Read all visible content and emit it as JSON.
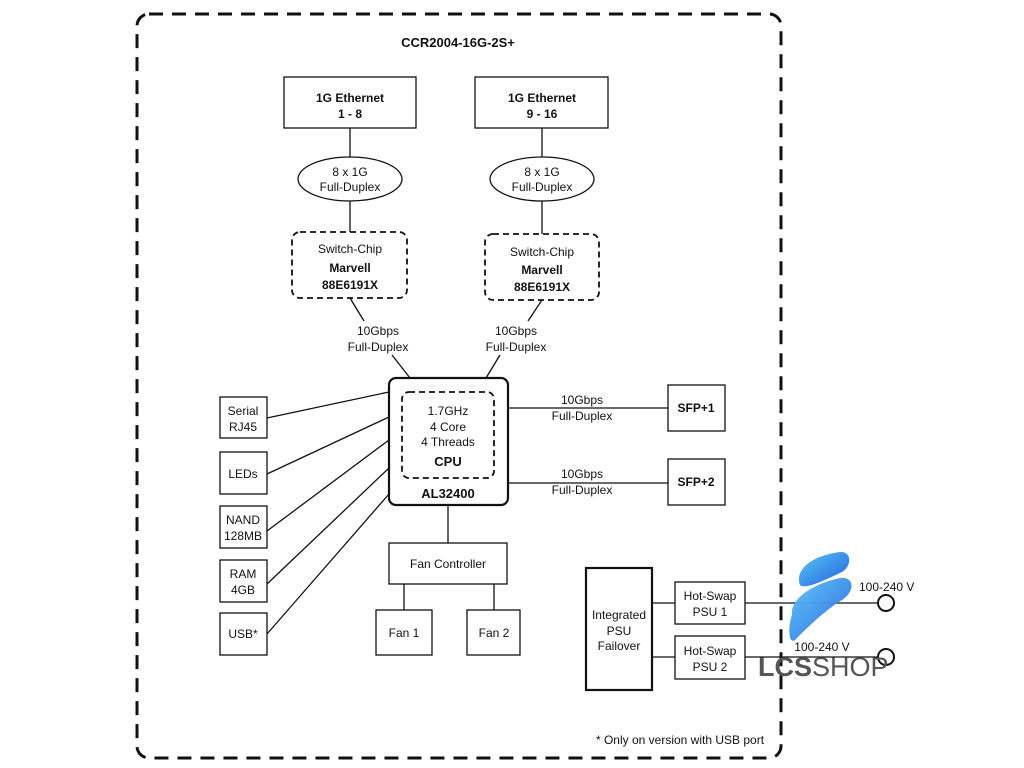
{
  "title": "CCR2004-16G-2S+",
  "ethernet": [
    {
      "line1": "1G Ethernet",
      "line2": "1 - 8",
      "link1": "8 x 1G",
      "link2": "Full-Duplex"
    },
    {
      "line1": "1G Ethernet",
      "line2": "9 - 16",
      "link1": "8 x 1G",
      "link2": "Full-Duplex"
    }
  ],
  "switch_chips": [
    {
      "line1": "Switch-Chip",
      "line2": "Marvell",
      "line3": "88E6191X",
      "uplink1": "10Gbps",
      "uplink2": "Full-Duplex"
    },
    {
      "line1": "Switch-Chip",
      "line2": "Marvell",
      "line3": "88E6191X",
      "uplink1": "10Gbps",
      "uplink2": "Full-Duplex"
    }
  ],
  "cpu": {
    "freq": "1.7GHz",
    "cores": "4 Core",
    "threads": "4 Threads",
    "label": "CPU",
    "model": "AL32400"
  },
  "sfp": [
    {
      "label": "SFP+1",
      "link1": "10Gbps",
      "link2": "Full-Duplex"
    },
    {
      "label": "SFP+2",
      "link1": "10Gbps",
      "link2": "Full-Duplex"
    }
  ],
  "peripherals": [
    {
      "line1": "Serial",
      "line2": "RJ45"
    },
    {
      "line1": "LEDs",
      "line2": ""
    },
    {
      "line1": "NAND",
      "line2": "128MB"
    },
    {
      "line1": "RAM",
      "line2": "4GB"
    },
    {
      "line1": "USB*",
      "line2": ""
    }
  ],
  "fan": {
    "controller": "Fan Controller",
    "fan1": "Fan 1",
    "fan2": "Fan 2"
  },
  "psu": {
    "failover1": "Integrated",
    "failover2": "PSU",
    "failover3": "Failover",
    "psu1a": "Hot-Swap",
    "psu1b": "PSU 1",
    "psu2a": "Hot-Swap",
    "psu2b": "PSU 2",
    "input1": "100-240 V",
    "input2": "100-240 V"
  },
  "footnote": "* Only on version with USB port",
  "watermark": {
    "text_bold": "LCS",
    "text_light": "SHOP",
    "color": "#1f6fe0"
  }
}
